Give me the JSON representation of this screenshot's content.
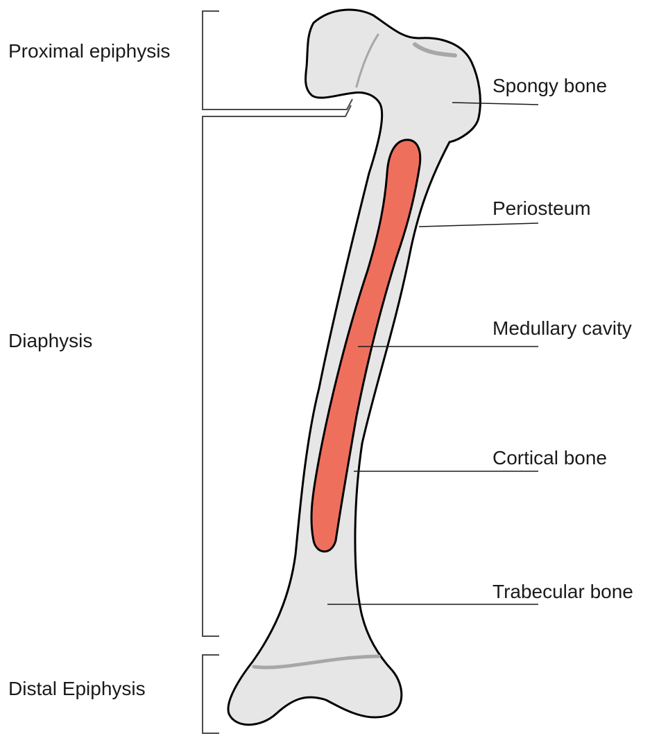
{
  "colors": {
    "bone_fill": "#e6e6e6",
    "bone_outline": "#000000",
    "marrow_fill": "#ef6f5d",
    "line_spongy": "#a7a7a7",
    "leader": "#1a1a1a",
    "bracket": "#4a4a4a"
  },
  "regions": {
    "proximal_epiphysis": "Proximal epiphysis",
    "diaphysis": "Diaphysis",
    "distal_epiphysis": "Distal Epiphysis"
  },
  "parts": {
    "spongy_bone": "Spongy bone",
    "periosteum": "Periosteum",
    "medullary_cavity": "Medullary cavity",
    "cortical_bone": "Cortical bone",
    "trabecular_bone": "Trabecular bone"
  }
}
